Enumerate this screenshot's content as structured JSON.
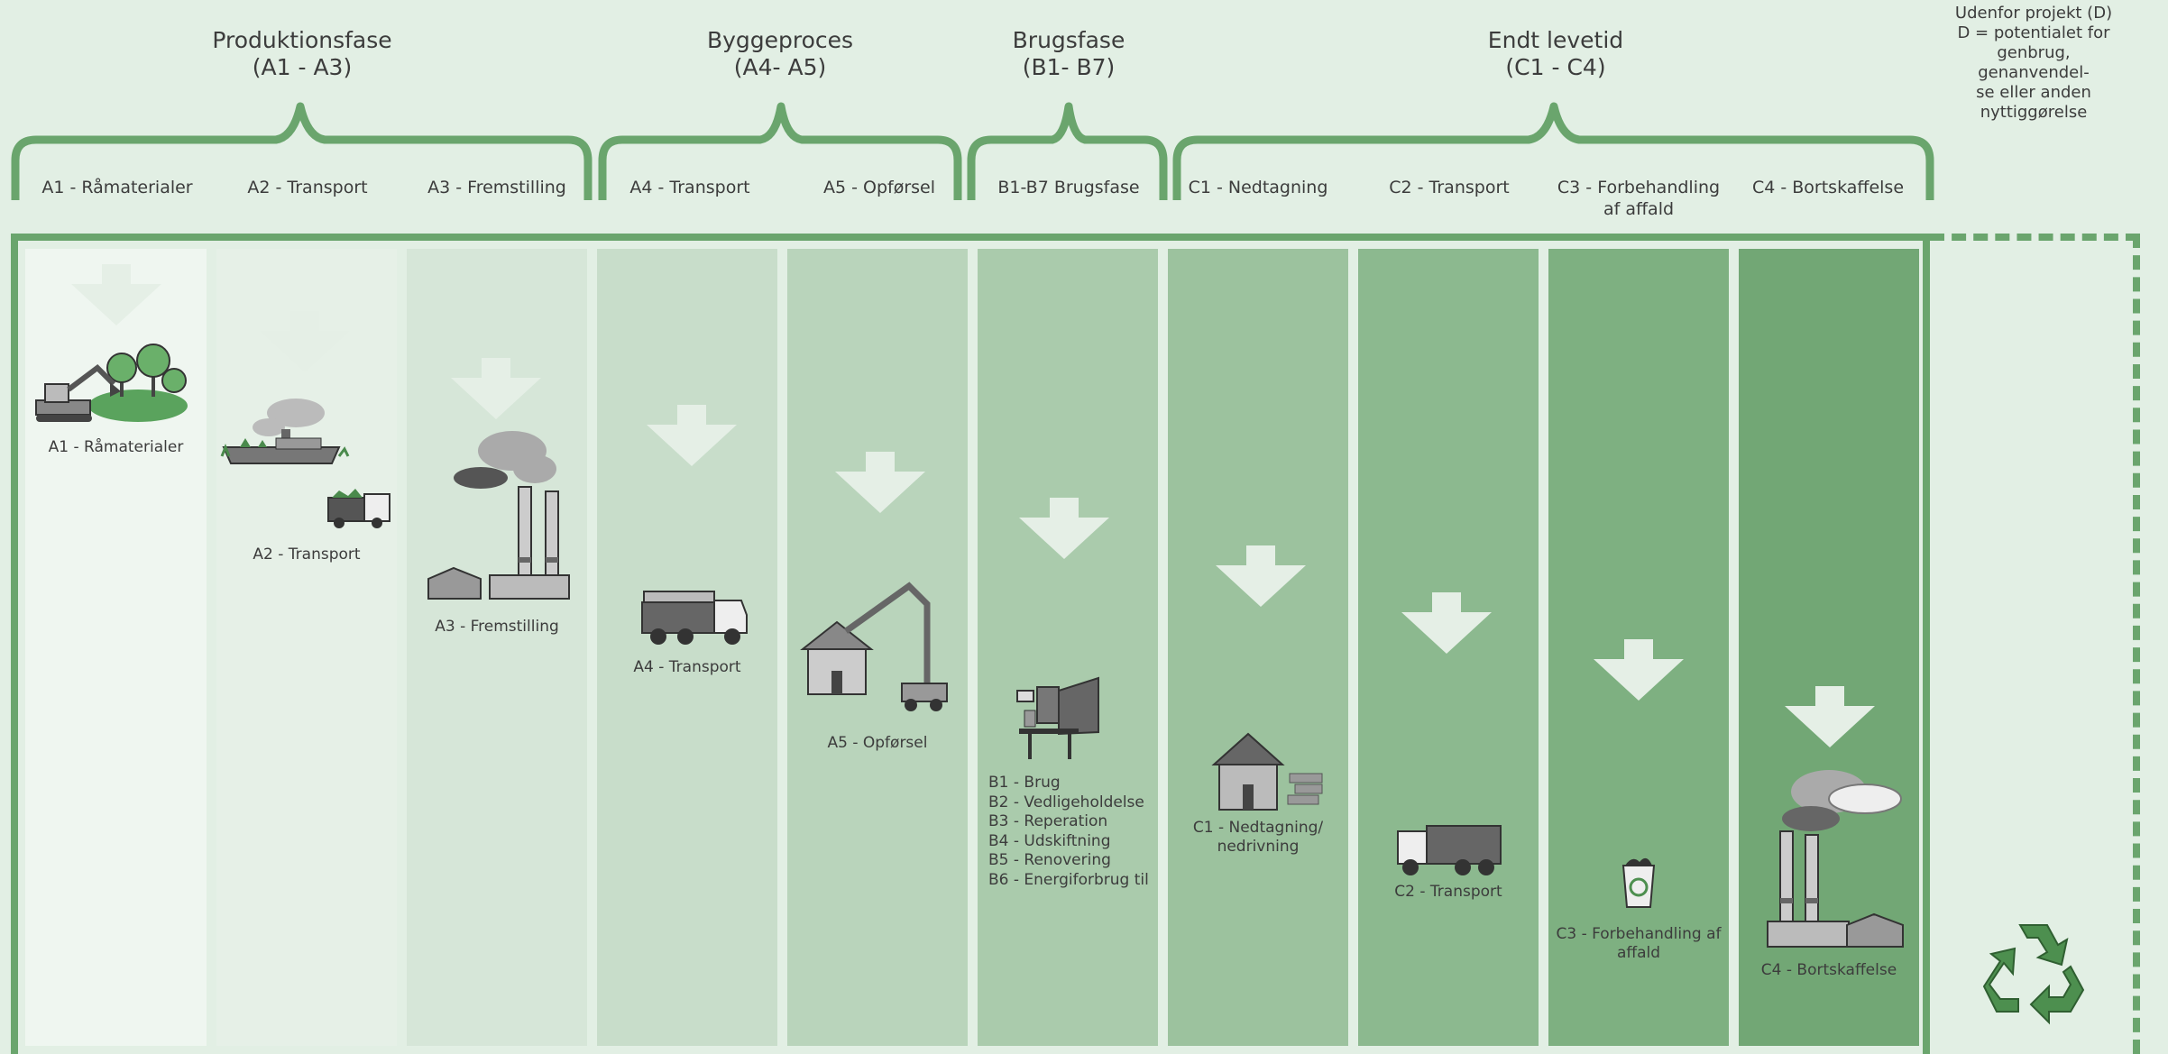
{
  "colors": {
    "background": "#e2efe4",
    "frame": "#6aa56d",
    "brace": "#6aa56d",
    "arrow": "#e5efe6",
    "recycle": "#4d8f4f",
    "columns": [
      "#eff6f0",
      "#e6f0e7",
      "#d6e6d8",
      "#c8ddca",
      "#b9d4bb",
      "#aacbac",
      "#9cc29e",
      "#8cb98f",
      "#7eb081",
      "#72a775"
    ]
  },
  "phases": [
    {
      "title_line1": "Produktionsfase",
      "title_line2": "(A1 - A3)"
    },
    {
      "title_line1": "Byggeproces",
      "title_line2": "(A4- A5)"
    },
    {
      "title_line1": "Brugsfase",
      "title_line2": "(B1- B7)"
    },
    {
      "title_line1": "Endt levetid",
      "title_line2": "(C1 - C4)"
    }
  ],
  "outside": {
    "line1": "Udenfor projekt (D)",
    "line2": "D = potentialet for",
    "line3": "genbrug, genanvendel-",
    "line4": "se eller anden",
    "line5": "nyttiggørelse"
  },
  "stages": [
    {
      "label": "A1 - Råmaterialer",
      "caption": "A1 - Råmaterialer",
      "icon": "excavator-trees-icon"
    },
    {
      "label": "A2 - Transport",
      "caption": "A2 - Transport",
      "icon": "ship-truck-icon"
    },
    {
      "label": "A3 - Fremstilling",
      "caption": "A3 - Fremstilling",
      "icon": "factory-icon"
    },
    {
      "label": "A4 - Transport",
      "caption": "A4 - Transport",
      "icon": "truck-icon"
    },
    {
      "label": "A5 - Opførsel",
      "caption": "A5 - Opførsel",
      "icon": "crane-house-icon"
    },
    {
      "label": "B1-B7 Brugsfase",
      "caption_lines": [
        "B1 - Brug",
        "B2 - Vedligeholdelse",
        "B3 - Reperation",
        "B4 - Udskiftning",
        "B5 - Renovering",
        "B6 - Energiforbrug til"
      ],
      "icon": "desk-computer-icon"
    },
    {
      "label": "C1 - Nedtagning",
      "caption_line1": "C1 - Nedtagning/",
      "caption_line2": "nedrivning",
      "icon": "house-bricks-icon"
    },
    {
      "label": "C2 - Transport",
      "caption": "C2 - Transport",
      "icon": "truck-icon"
    },
    {
      "label_line1": "C3 - Forbehandling",
      "label_line2": "af affald",
      "caption_line1": "C3 - Forbehandling af",
      "caption_line2": "affald",
      "icon": "recycle-bin-icon"
    },
    {
      "label": "C4 - Bortskaffelse",
      "caption": "C4 - Bortskaffelse",
      "icon": "factory-icon"
    }
  ],
  "recycle_icon": "recycle-symbol-icon"
}
